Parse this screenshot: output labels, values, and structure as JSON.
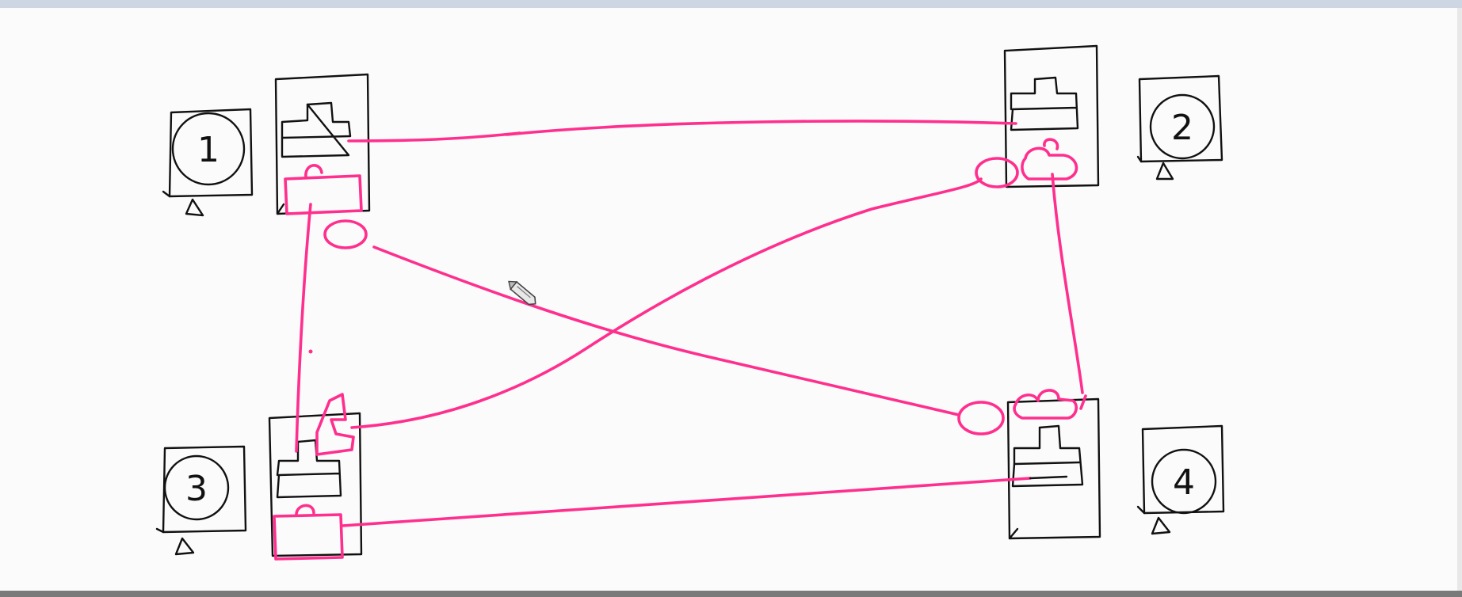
{
  "colors": {
    "ink": "#111111",
    "marker": "#ff2f8e",
    "paper": "#fbfbfb"
  },
  "stations": [
    {
      "id": "1",
      "label": "1"
    },
    {
      "id": "2",
      "label": "2"
    },
    {
      "id": "3",
      "label": "3"
    },
    {
      "id": "4",
      "label": "4"
    }
  ],
  "cursor": {
    "icon": "pencil-icon"
  }
}
